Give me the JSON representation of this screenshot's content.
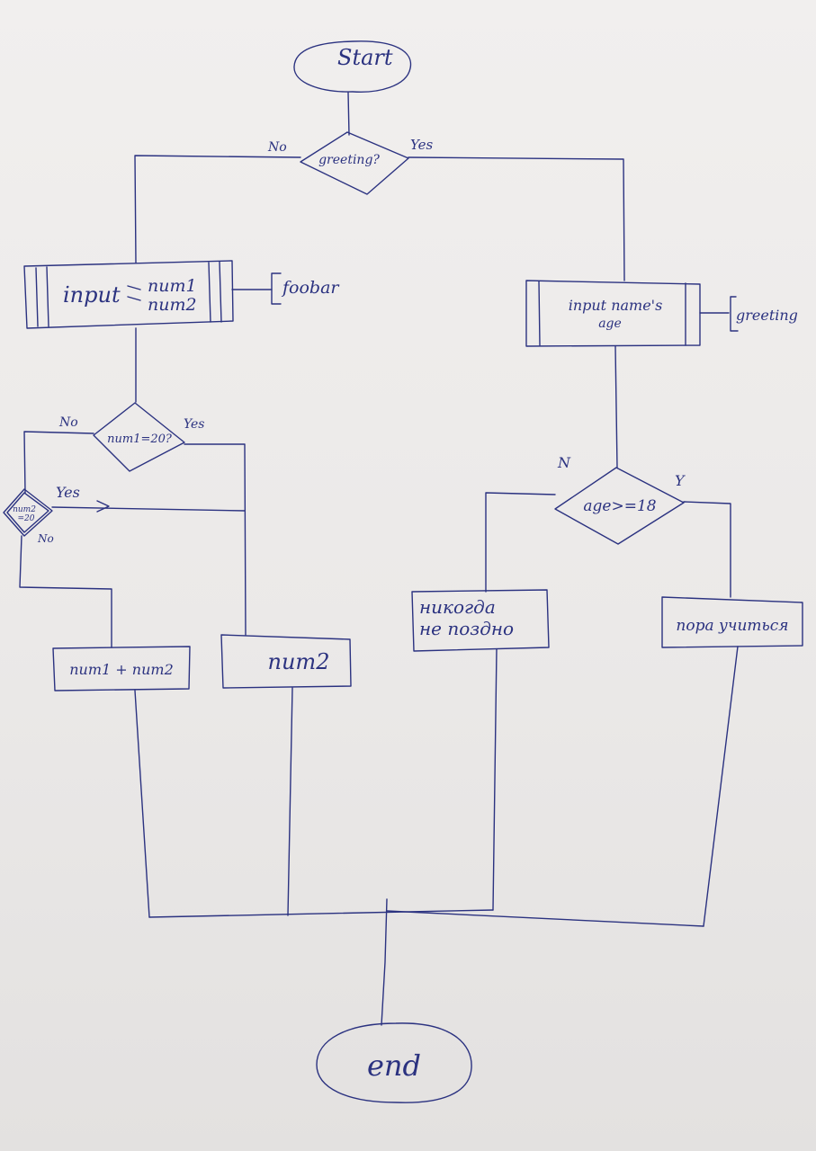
{
  "diagram": {
    "ink_color": "#2b3280",
    "paper_color": "#eceae9",
    "nodes": {
      "start": "Start",
      "greeting_decision": "greeting?",
      "input_nums": [
        "input",
        "num1",
        "num2"
      ],
      "foobar": "foobar",
      "input_age": [
        "input name's",
        "age"
      ],
      "greeting_note": "greeting",
      "num1_decision": "num1=20?",
      "num2_decision": [
        "num2",
        "=20"
      ],
      "age_decision": "age>=18",
      "output_sum": "num1 + num2",
      "output_num2": "num2",
      "output_young": [
        "никогда",
        "не поздно"
      ],
      "output_adult": "пора учиться",
      "end": "end"
    },
    "edge_labels": {
      "greeting_no": "No",
      "greeting_yes": "Yes",
      "num1_no": "No",
      "num1_yes": "Yes",
      "num2_yes": "Yes",
      "num2_no": "No",
      "age_no": "N",
      "age_yes": "Y"
    }
  }
}
